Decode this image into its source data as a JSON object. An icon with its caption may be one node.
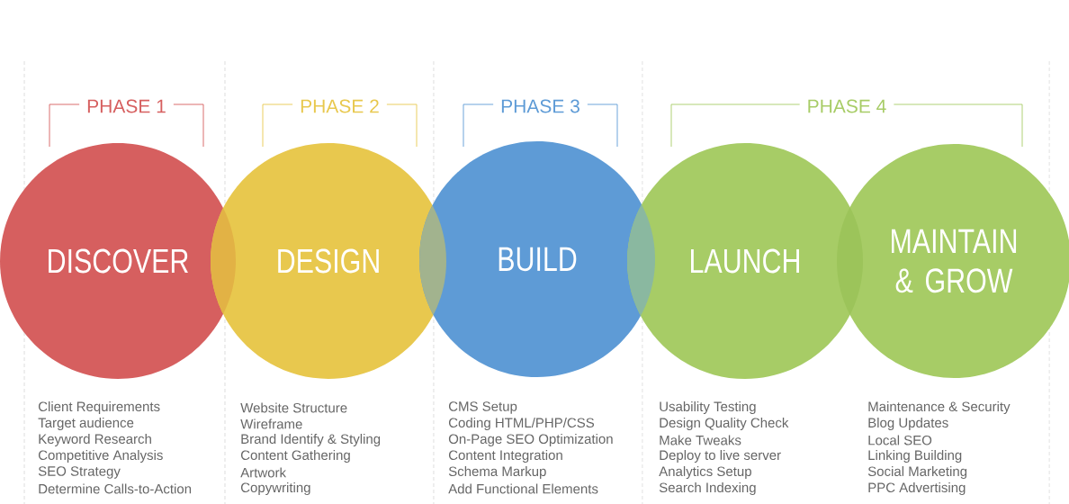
{
  "diagram": {
    "nodes": [
      {
        "text": [
          "DISCOVER"
        ]
      },
      {
        "text": [
          "DESIGN"
        ]
      },
      {
        "text": [
          "BUILD"
        ]
      },
      {
        "text": [
          "LAUNCH"
        ]
      },
      {
        "text": [
          "MAINTAIN & GROW"
        ]
      }
    ],
    "labels": [
      "PHASE 1",
      "PHASE 2",
      "PHASE 3",
      "PHASE 4",
      "Client Requirements",
      "Target audience",
      "Keyword Research",
      "Competitive Analysis",
      "SEO Strategy",
      "Determine Calls-to-Action",
      "Website Structure",
      "Wireframe",
      "Brand Identify & Styling",
      "Content Gathering",
      "Artwork",
      "Copywriting",
      "CMS Setup",
      "Coding HTML/PHP/CSS",
      "On-Page SEO Optimization",
      "Content Integration",
      "Schema Markup",
      "Add Functional Elements",
      "Usability Testing",
      "Design Quality Check",
      "Make Tweaks",
      "Deploy to live server",
      "Analytics Setup",
      "Search Indexing",
      "Maintenance & Security",
      "Blog Updates",
      "Local SEO",
      "Linking Building",
      "Social Marketing",
      "PPC Advertising"
    ]
  }
}
